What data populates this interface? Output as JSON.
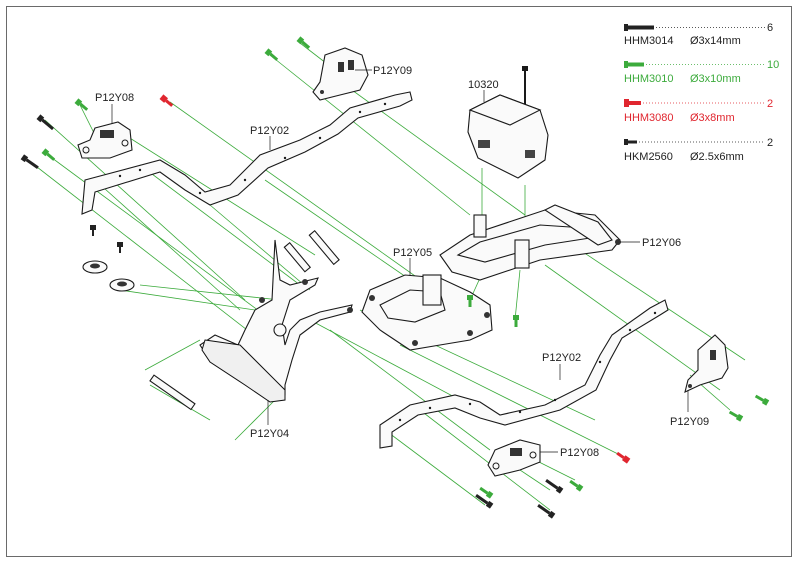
{
  "parts": {
    "p12y09_top": "P12Y09",
    "p12y08_left": "P12Y08",
    "p12y02_top": "P12Y02",
    "receiver_box": "10320",
    "p12y06": "P12Y06",
    "p12y05": "P12Y05",
    "p12y02_bottom": "P12Y02",
    "p12y04": "P12Y04",
    "p12y08_bottom": "P12Y08",
    "p12y09_bottom": "P12Y09"
  },
  "legend": [
    {
      "code": "HHM3014",
      "size": "Ø3x14mm",
      "qty": "6",
      "color": "#222222",
      "screw": "black-long-screw-icon"
    },
    {
      "code": "HHM3010",
      "size": "Ø3x10mm",
      "qty": "10",
      "color": "#3cab3c",
      "screw": "green-screw-icon"
    },
    {
      "code": "HHM3080",
      "size": "Ø3x8mm",
      "qty": "2",
      "color": "#e0262f",
      "screw": "red-screw-icon"
    },
    {
      "code": "HKM2560",
      "size": "Ø2.5x6mm",
      "qty": "2",
      "color": "#222222",
      "screw": "black-short-screw-icon"
    }
  ],
  "colors": {
    "leader_green": "#3cab3c",
    "screw_red": "#e0262f",
    "outline": "#1a1a1a",
    "frame": "#6a6a6a"
  }
}
